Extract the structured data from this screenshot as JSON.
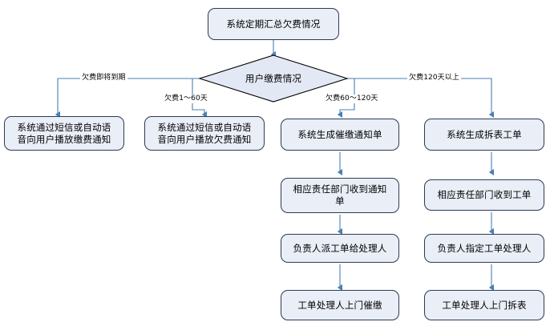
{
  "diagram": {
    "type": "flowchart",
    "title_node": {
      "id": "start",
      "shape": "rounded-rect",
      "label": "系统定期汇总欠费情况"
    },
    "decision": {
      "id": "decision-payment-status",
      "shape": "diamond",
      "label": "用户缴费情况"
    },
    "edge_labels": [
      {
        "id": "branch-1",
        "label": "欠费即将到期"
      },
      {
        "id": "branch-2",
        "label": "欠费1～60天"
      },
      {
        "id": "branch-3",
        "label": "欠费60～120天"
      },
      {
        "id": "branch-4",
        "label": "欠费120天以上"
      }
    ],
    "branches": [
      {
        "id": "branch-overdue-soon",
        "condition": "欠费即将到期",
        "steps": [
          "系统通过短信或自动语\n音向用户播放缴费通知"
        ]
      },
      {
        "id": "branch-1-60",
        "condition": "欠费1～60天",
        "steps": [
          "系统通过短信或自动语\n音向用户播放欠费通知"
        ]
      },
      {
        "id": "branch-60-120",
        "condition": "欠费60～120天",
        "steps": [
          "系统生成催缴通知单",
          "相应责任部门收到通知\n单",
          "负责人派工单给处理人",
          "工单处理人上门催缴"
        ]
      },
      {
        "id": "branch-over-120",
        "condition": "欠费120天以上",
        "steps": [
          "系统生成拆表工单",
          "相应责任部门收到工单",
          "负责人指定工单处理人",
          "工单处理人上门拆表"
        ]
      }
    ],
    "colors": {
      "node_fill": "#e9eef7",
      "node_border": "#2d3a55",
      "diamond_fill": "#e3e9f4",
      "diamond_border": "#000000",
      "connector": "#4a7fb5",
      "background": "#ffffff",
      "text": "#000000"
    }
  }
}
